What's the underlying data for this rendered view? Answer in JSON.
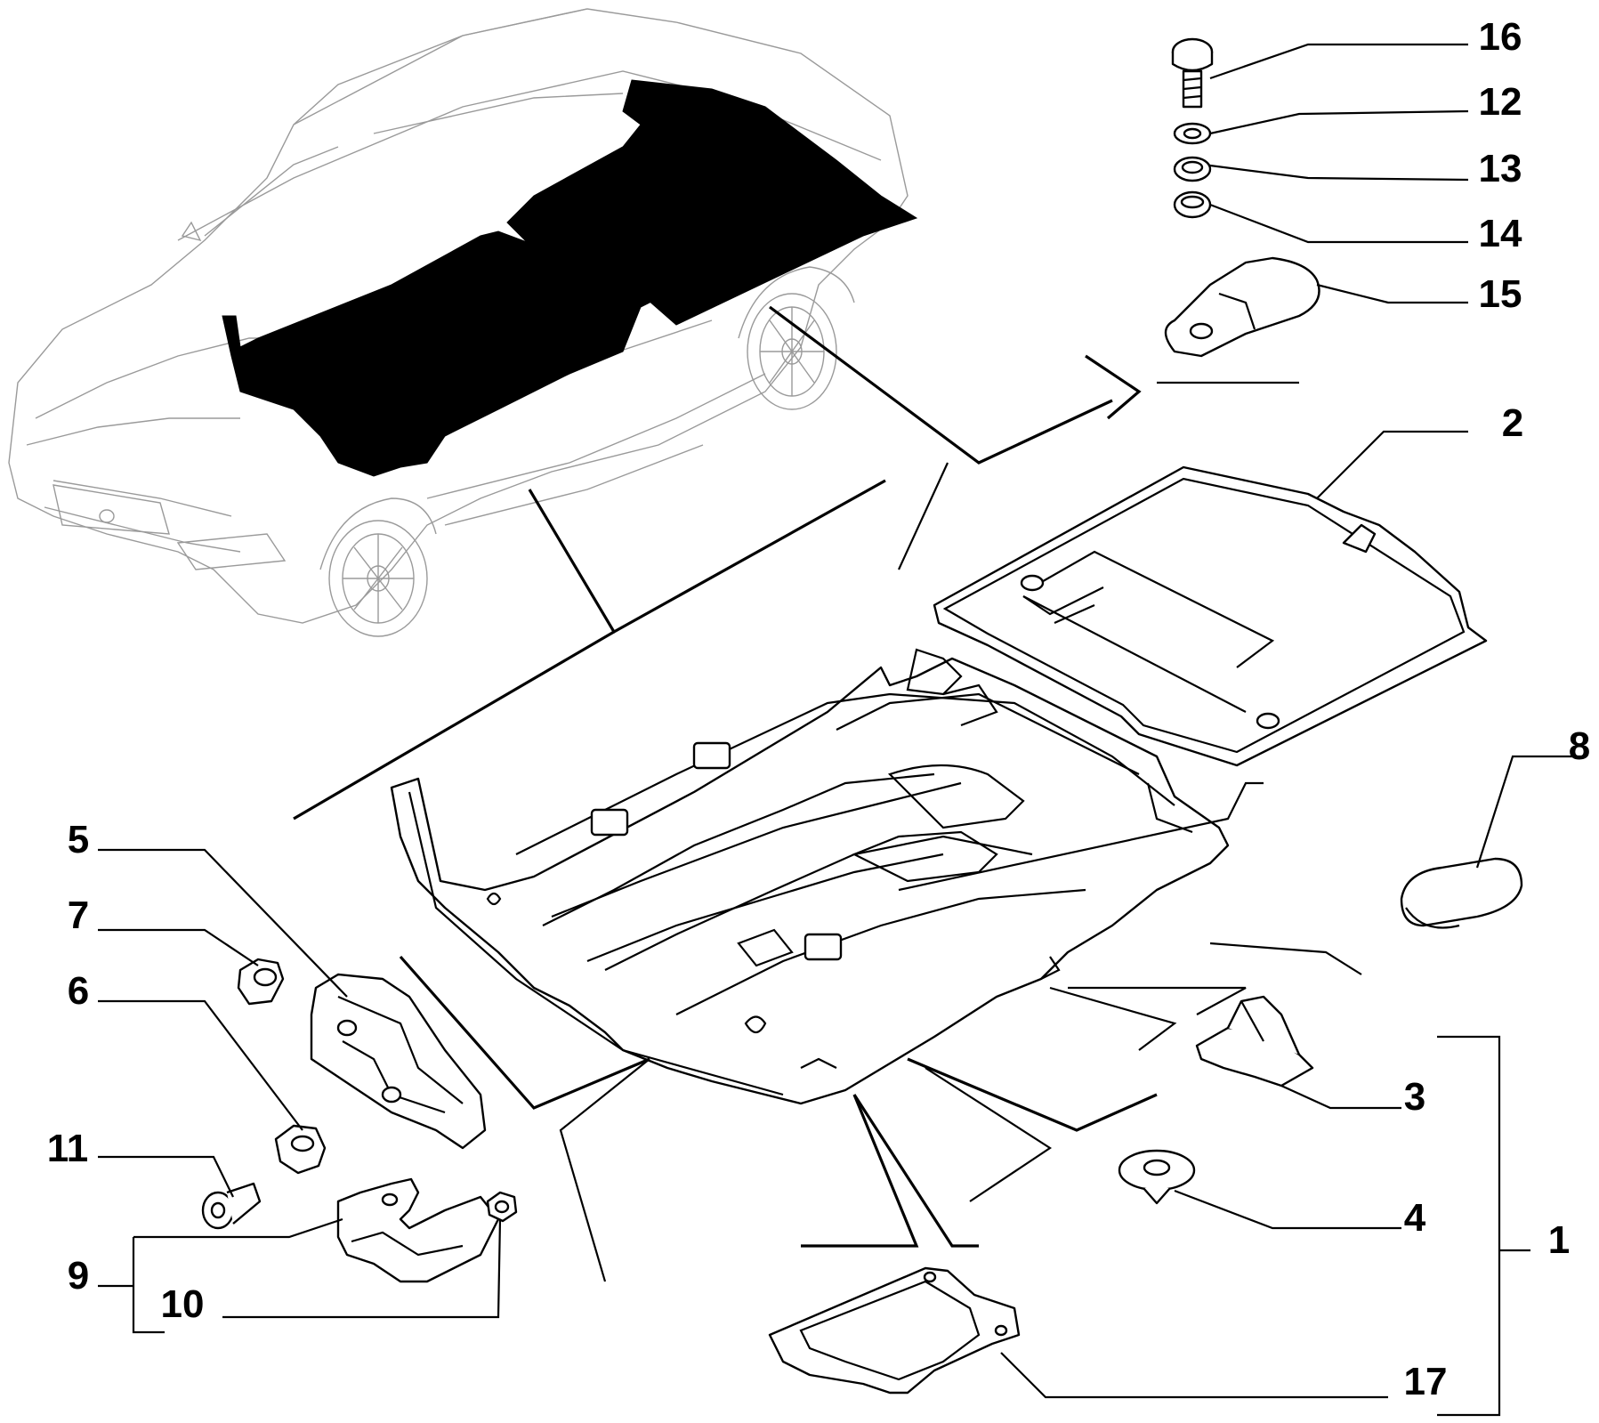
{
  "callouts": [
    {
      "id": "16",
      "text": "16"
    },
    {
      "id": "12",
      "text": "12"
    },
    {
      "id": "13",
      "text": "13"
    },
    {
      "id": "14",
      "text": "14"
    },
    {
      "id": "15",
      "text": "15"
    },
    {
      "id": "2",
      "text": "2"
    },
    {
      "id": "8",
      "text": "8"
    },
    {
      "id": "5",
      "text": "5"
    },
    {
      "id": "7",
      "text": "7"
    },
    {
      "id": "6",
      "text": "6"
    },
    {
      "id": "11",
      "text": "11"
    },
    {
      "id": "9",
      "text": "9"
    },
    {
      "id": "10",
      "text": "10"
    },
    {
      "id": "3",
      "text": "3"
    },
    {
      "id": "4",
      "text": "4"
    },
    {
      "id": "1",
      "text": "1"
    },
    {
      "id": "17",
      "text": "17"
    }
  ],
  "colors": {
    "line": "#000000",
    "car_outline": "#9a9a9a",
    "fill_dark": "#000000",
    "part_fill": "#ffffff",
    "shade": "#bdbdbd"
  }
}
